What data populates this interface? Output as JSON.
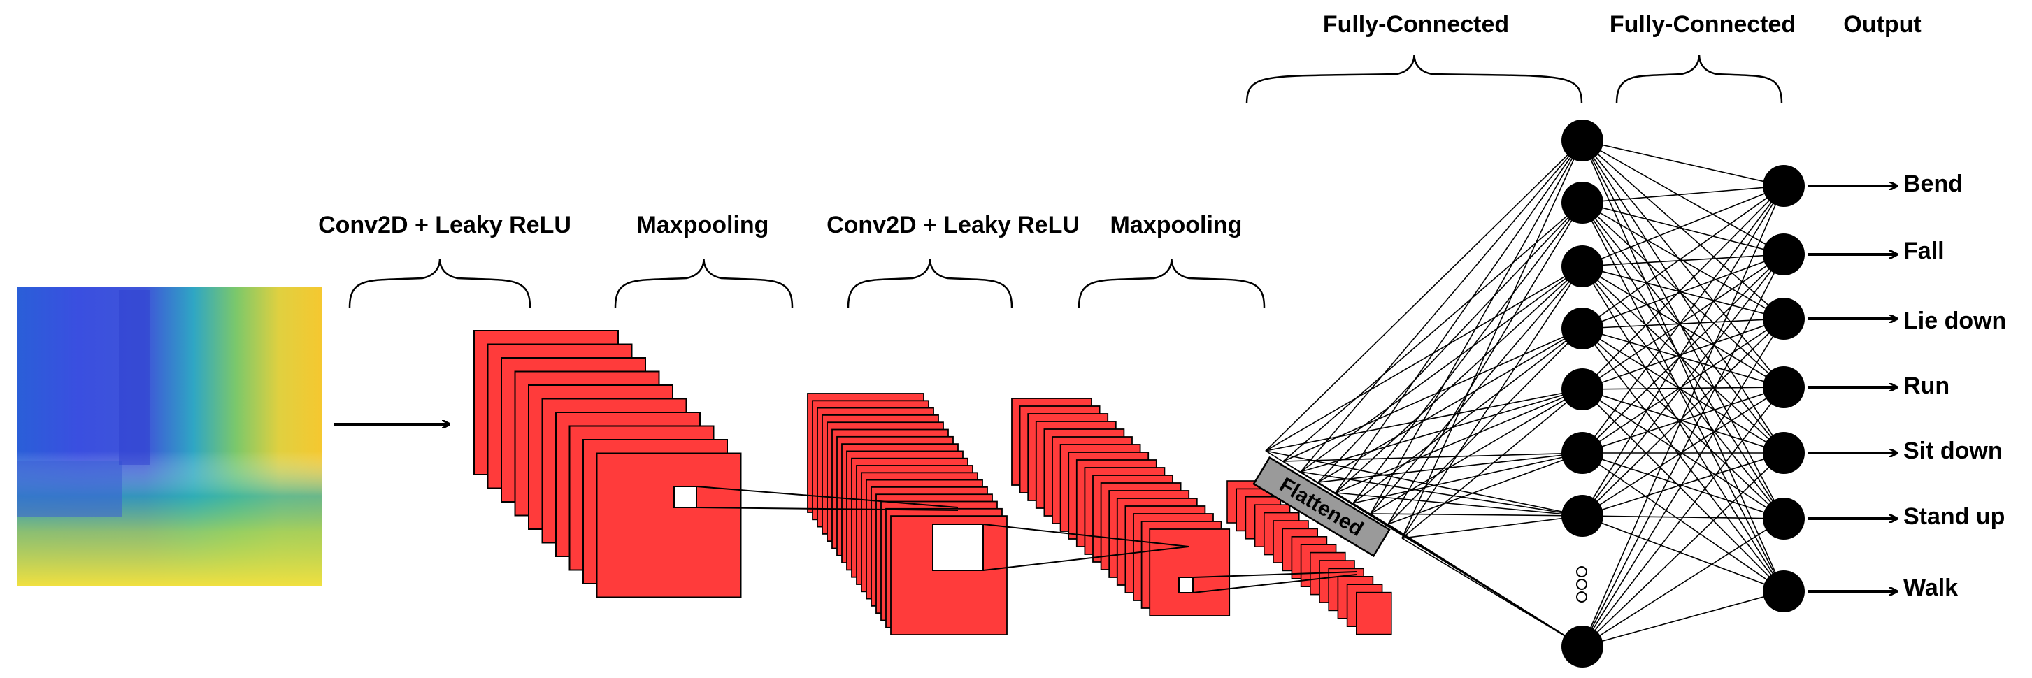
{
  "stage_labels": {
    "conv1": "Conv2D + Leaky ReLU",
    "pool1": "Maxpooling",
    "conv2": "Conv2D + Leaky ReLU",
    "pool2": "Maxpooling",
    "fc1": "Fully-Connected",
    "fc2": "Fully-Connected",
    "output": "Output"
  },
  "flattened_label": "Flattened",
  "classes": [
    "Bend",
    "Fall",
    "Lie down",
    "Run",
    "Sit down",
    "Stand up",
    "Walk"
  ],
  "colors": {
    "feature_map": "#ff3b3b",
    "neuron": "#000000",
    "flatten_bar": "#9a9a9a"
  }
}
